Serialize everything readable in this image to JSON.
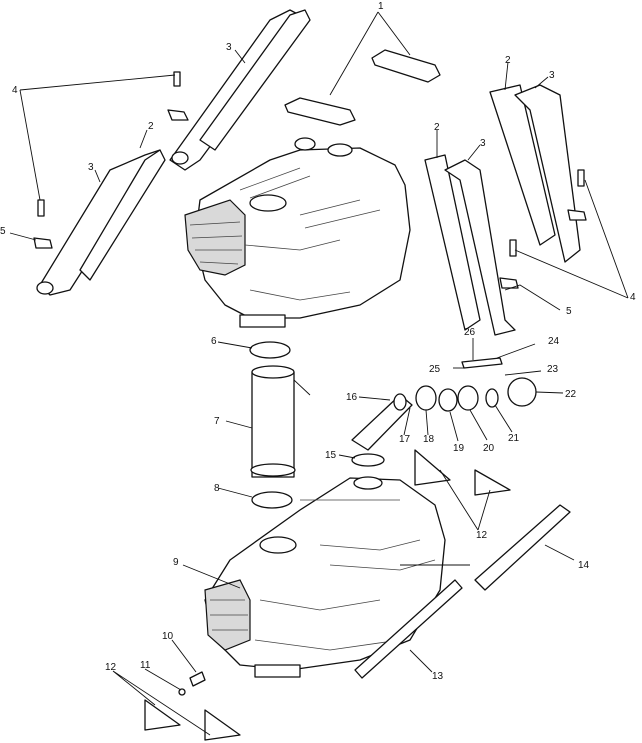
{
  "callouts": [
    "1",
    "2",
    "3",
    "4",
    "5",
    "6",
    "7",
    "8",
    "9",
    "10",
    "11",
    "12",
    "13",
    "14",
    "15",
    "16",
    "17",
    "18",
    "19",
    "20",
    "21",
    "22",
    "23",
    "24",
    "25",
    "26"
  ],
  "colors": {
    "line": "#111111",
    "background": "#ffffff",
    "shade": "#d9d9d9"
  }
}
